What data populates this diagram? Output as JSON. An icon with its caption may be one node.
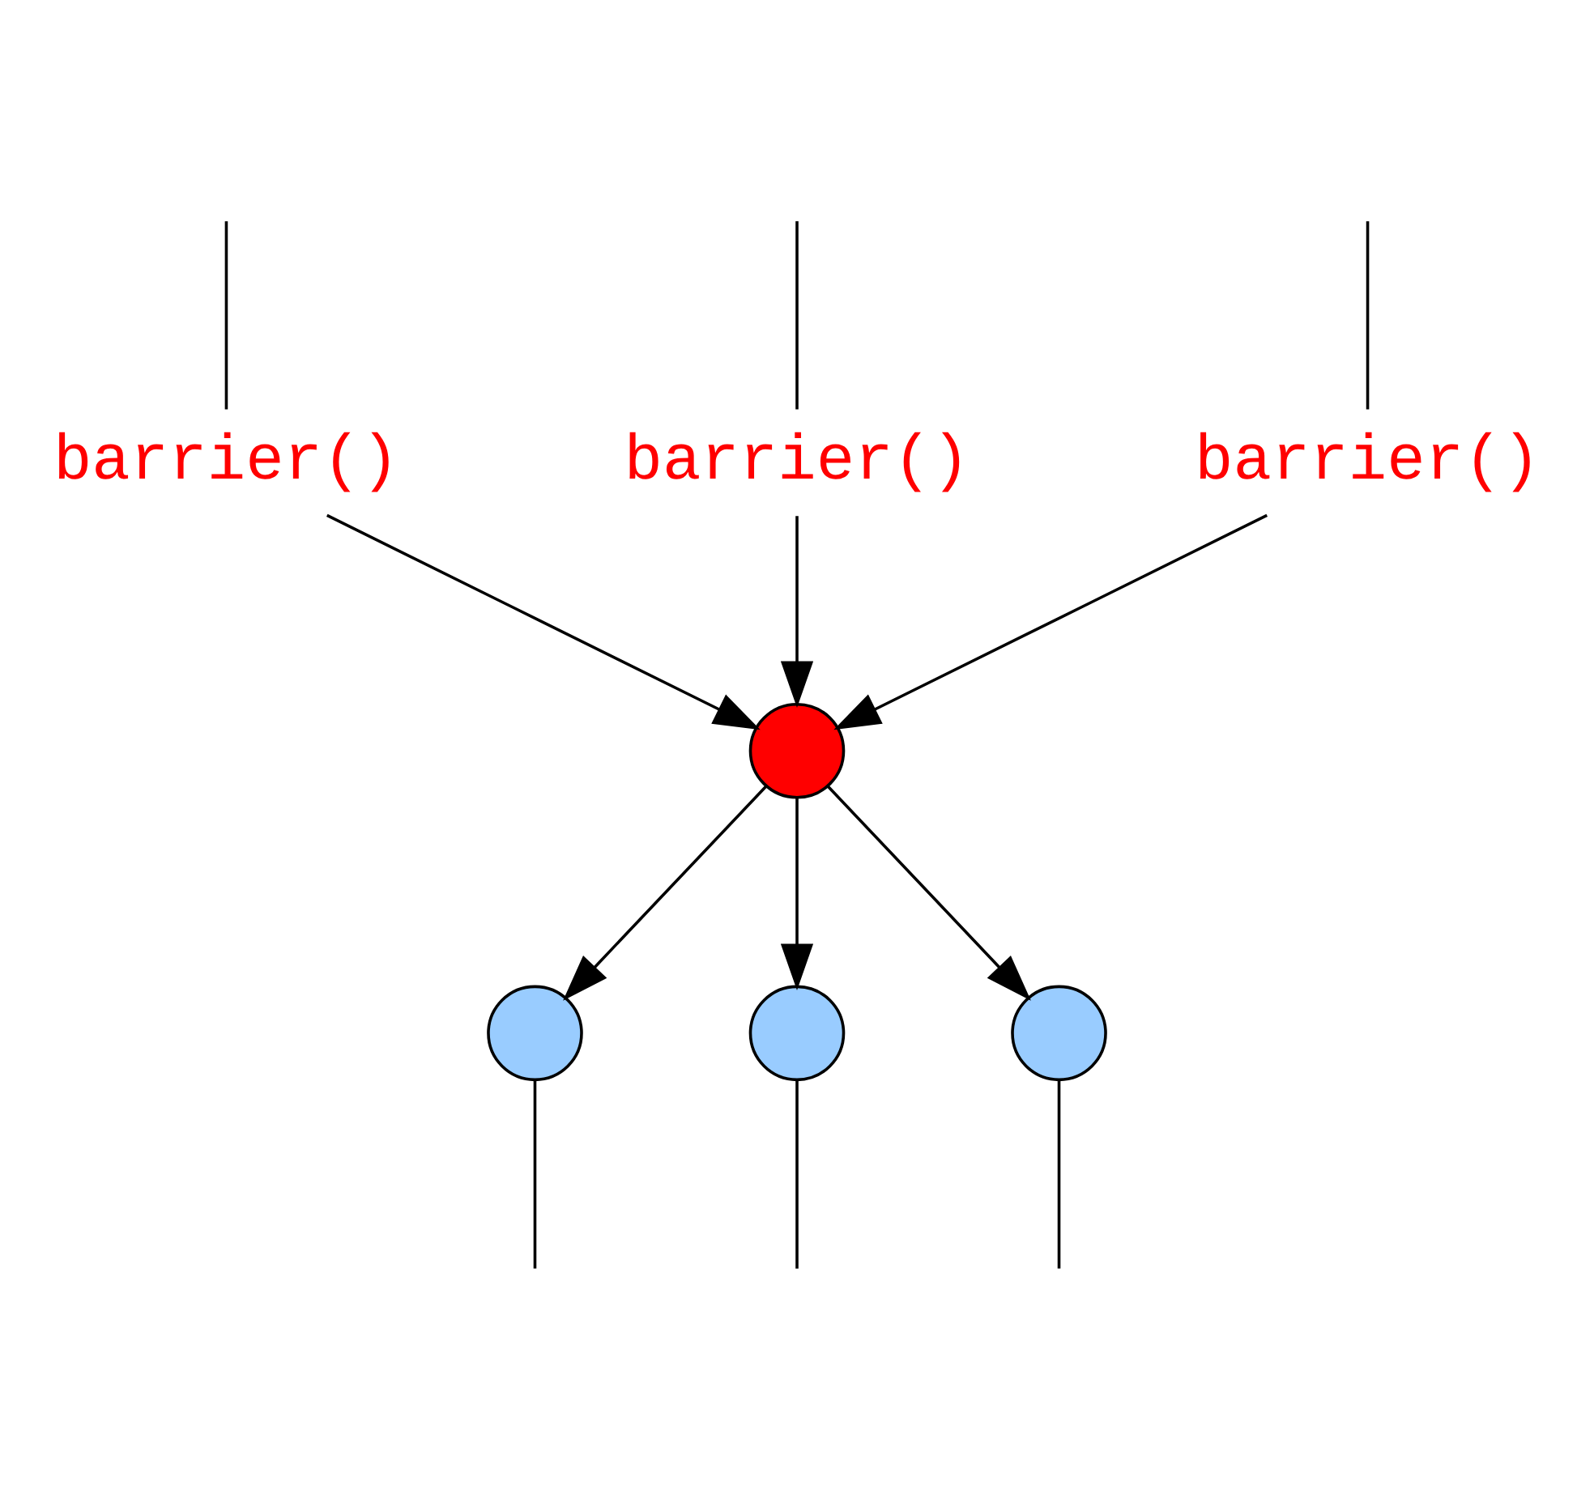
{
  "diagram": {
    "nodes": [
      {
        "text": [
          "barrier()"
        ]
      },
      {
        "text": [
          "barrier()"
        ]
      },
      {
        "text": [
          "barrier()"
        ]
      },
      {
        "text": [],
        "shape": "circle"
      },
      {
        "text": [],
        "shape": "circle"
      },
      {
        "text": [],
        "shape": "circle"
      },
      {
        "text": [],
        "shape": "circle"
      }
    ],
    "edges": [
      {
        "from": null,
        "to": 0,
        "arrow": "none"
      },
      {
        "from": null,
        "to": 1,
        "arrow": "none"
      },
      {
        "from": null,
        "to": 2,
        "arrow": "none"
      },
      {
        "from": 0,
        "to": 3,
        "arrow": "to"
      },
      {
        "from": 1,
        "to": 3,
        "arrow": "to"
      },
      {
        "from": 2,
        "to": 3,
        "arrow": "to"
      },
      {
        "from": 3,
        "to": 4,
        "arrow": "to"
      },
      {
        "from": 3,
        "to": 5,
        "arrow": "to"
      },
      {
        "from": 3,
        "to": 6,
        "arrow": "to"
      },
      {
        "from": 4,
        "to": null,
        "arrow": "none"
      },
      {
        "from": 5,
        "to": null,
        "arrow": "none"
      },
      {
        "from": 6,
        "to": null,
        "arrow": "none"
      }
    ]
  }
}
